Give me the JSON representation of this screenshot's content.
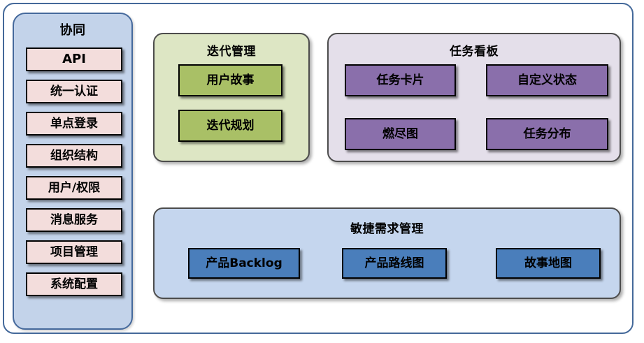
{
  "diagram": {
    "sidebar": {
      "title": "协同",
      "items": [
        {
          "label": "API",
          "style": "sans-bold"
        },
        {
          "label": "统一认证",
          "style": "serif"
        },
        {
          "label": "单点登录",
          "style": "serif"
        },
        {
          "label": "组织结构",
          "style": "serif"
        },
        {
          "label": "用户/权限",
          "style": "serif"
        },
        {
          "label": "消息服务",
          "style": "serif"
        },
        {
          "label": "项目管理",
          "style": "serif"
        },
        {
          "label": "系统配置",
          "style": "serif"
        }
      ]
    },
    "groups": [
      {
        "key": "iteration",
        "title": "迭代管理",
        "fill": "#dde6c4",
        "item_fill": "#a9c066",
        "items": [
          {
            "label": "用户故事"
          },
          {
            "label": "迭代规划"
          }
        ]
      },
      {
        "key": "taskboard",
        "title": "任务看板",
        "fill": "#e4dfea",
        "item_fill": "#8a6fab",
        "items": [
          {
            "label": "任务卡片"
          },
          {
            "label": "自定义状态"
          },
          {
            "label": "燃尽图"
          },
          {
            "label": "任务分布"
          }
        ]
      },
      {
        "key": "agile",
        "title": "敏捷需求管理",
        "fill": "#c5d6ee",
        "item_fill": "#4a7ebb",
        "items": [
          {
            "label_prefix": "产品",
            "label_suffix": "Backlog",
            "label": "产品Backlog"
          },
          {
            "label": "产品路线图"
          },
          {
            "label": "故事地图"
          }
        ]
      }
    ],
    "colors": {
      "frame_border": "#44699a",
      "sidebar_fill": "#c3d3ea",
      "sidebar_border": "#45699c",
      "chip_pink": "#f3dddc",
      "chip_green": "#a9c066",
      "chip_purple": "#8a6fab",
      "chip_blue": "#4a7ebb",
      "chip_border": "#000000",
      "group_border": "#4c4c4c",
      "canvas": "#ffffff"
    }
  }
}
